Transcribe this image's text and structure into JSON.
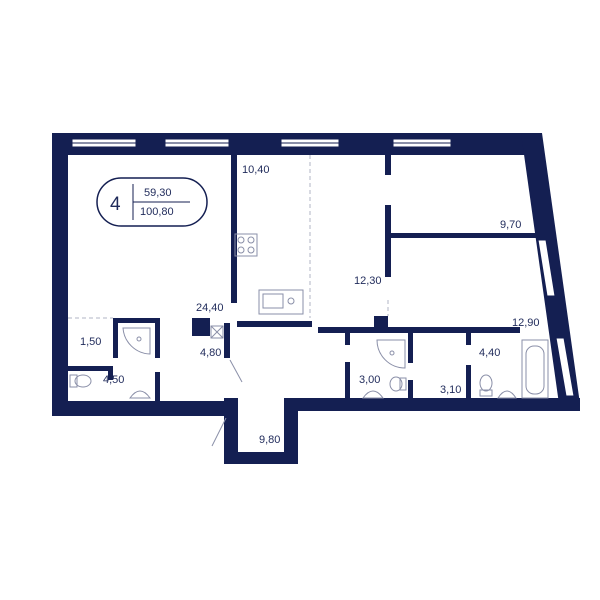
{
  "colors": {
    "wall": "#141f52",
    "text": "#1f2a5a",
    "fixture": "#8a8fa8",
    "background": "#ffffff"
  },
  "badge": {
    "rooms": "4",
    "living_area": "59,30",
    "total_area": "100,80"
  },
  "rooms": [
    {
      "id": "living-room",
      "area": "24,40"
    },
    {
      "id": "kitchen",
      "area": "10,40"
    },
    {
      "id": "bedroom-middle",
      "area": "12,30"
    },
    {
      "id": "bedroom-top-right",
      "area": "9,70"
    },
    {
      "id": "bedroom-right",
      "area": "12,90"
    },
    {
      "id": "shower-room",
      "area": "1,50"
    },
    {
      "id": "toilet-left",
      "area": "4,50"
    },
    {
      "id": "hall-small",
      "area": "4,80"
    },
    {
      "id": "entrance-hall",
      "area": "9,80"
    },
    {
      "id": "bathroom-middle",
      "area": "3,00"
    },
    {
      "id": "corridor",
      "area": "3,10"
    },
    {
      "id": "bathroom-right",
      "area": "4,40"
    }
  ]
}
